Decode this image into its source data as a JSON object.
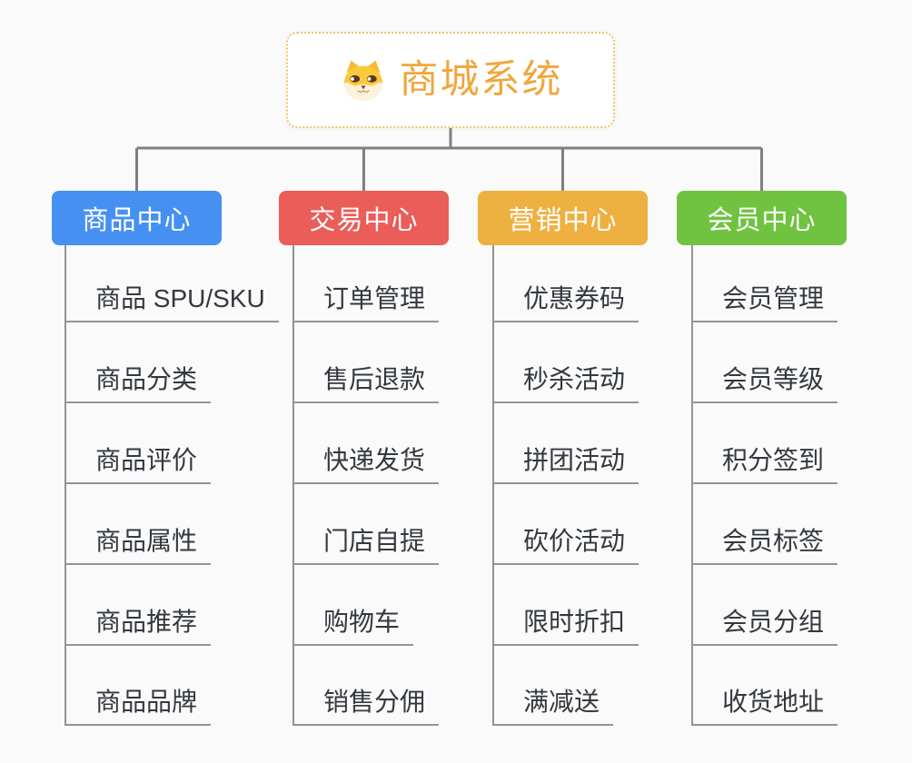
{
  "page": {
    "background_color": "#fafafa"
  },
  "root": {
    "title": "商城系统",
    "icon": "shiba-dog-icon",
    "text_color": "#f0a63c",
    "border_color": "#f2c06a",
    "background_color": "#ffffff"
  },
  "branches": [
    {
      "label": "商品中心",
      "color": "#4690f2",
      "items": [
        "商品 SPU/SKU",
        "商品分类",
        "商品评价",
        "商品属性",
        "商品推荐",
        "商品品牌"
      ]
    },
    {
      "label": "交易中心",
      "color": "#ea5d58",
      "items": [
        "订单管理",
        "售后退款",
        "快递发货",
        "门店自提",
        "购物车",
        "销售分佣"
      ]
    },
    {
      "label": "营销中心",
      "color": "#efb042",
      "items": [
        "优惠券码",
        "秒杀活动",
        "拼团活动",
        "砍价活动",
        "限时折扣",
        "满减送"
      ]
    },
    {
      "label": "会员中心",
      "color": "#70c341",
      "items": [
        "会员管理",
        "会员等级",
        "积分签到",
        "会员标签",
        "会员分组",
        "收货地址"
      ]
    }
  ],
  "connectors": {
    "primary_color": "#7f7f7f",
    "secondary_color": "#949494"
  }
}
